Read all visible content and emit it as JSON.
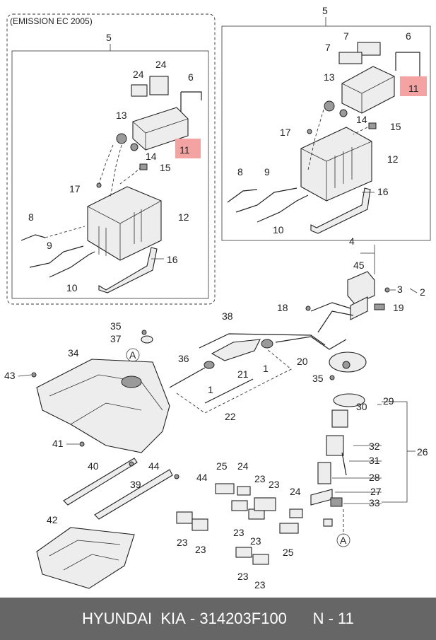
{
  "box_title": "(EMISSION EC 2005)",
  "highlight_color": "#f4a3a3",
  "footer": {
    "brand": "HYUNDAI  KIA",
    "separator": " - ",
    "part_number": "314203F100",
    "ref": "N - 11"
  },
  "callouts": [
    {
      "id": "l5a",
      "text": "5"
    },
    {
      "id": "l24a",
      "text": "24"
    },
    {
      "id": "l24b",
      "text": "24"
    },
    {
      "id": "l6a",
      "text": "6"
    },
    {
      "id": "l13a",
      "text": "13"
    },
    {
      "id": "l11a",
      "text": "11"
    },
    {
      "id": "l14a",
      "text": "14"
    },
    {
      "id": "l15a",
      "text": "15"
    },
    {
      "id": "l17a",
      "text": "17"
    },
    {
      "id": "l12a",
      "text": "12"
    },
    {
      "id": "l8a",
      "text": "8"
    },
    {
      "id": "l9a",
      "text": "9"
    },
    {
      "id": "l16a",
      "text": "16"
    },
    {
      "id": "l10a",
      "text": "10"
    },
    {
      "id": "l5b",
      "text": "5"
    },
    {
      "id": "l7a",
      "text": "7"
    },
    {
      "id": "l7b",
      "text": "7"
    },
    {
      "id": "l6b",
      "text": "6"
    },
    {
      "id": "l13b",
      "text": "13"
    },
    {
      "id": "l11b",
      "text": "11"
    },
    {
      "id": "l14b",
      "text": "14"
    },
    {
      "id": "l15b",
      "text": "15"
    },
    {
      "id": "l17b",
      "text": "17"
    },
    {
      "id": "l12b",
      "text": "12"
    },
    {
      "id": "l8b",
      "text": "8"
    },
    {
      "id": "l9b",
      "text": "9"
    },
    {
      "id": "l16b",
      "text": "16"
    },
    {
      "id": "l10b",
      "text": "10"
    },
    {
      "id": "l4",
      "text": "4"
    },
    {
      "id": "l45",
      "text": "45"
    },
    {
      "id": "l3",
      "text": "3"
    },
    {
      "id": "l2",
      "text": "2"
    },
    {
      "id": "l18",
      "text": "18"
    },
    {
      "id": "l19",
      "text": "19"
    },
    {
      "id": "l38",
      "text": "38"
    },
    {
      "id": "l35a",
      "text": "35"
    },
    {
      "id": "l37",
      "text": "37"
    },
    {
      "id": "l34",
      "text": "34"
    },
    {
      "id": "lA1",
      "text": "A"
    },
    {
      "id": "l36",
      "text": "36"
    },
    {
      "id": "l1a",
      "text": "1"
    },
    {
      "id": "l1b",
      "text": "1"
    },
    {
      "id": "l21",
      "text": "21"
    },
    {
      "id": "l43",
      "text": "43"
    },
    {
      "id": "l22",
      "text": "22"
    },
    {
      "id": "l20",
      "text": "20"
    },
    {
      "id": "l35b",
      "text": "35"
    },
    {
      "id": "l29",
      "text": "29"
    },
    {
      "id": "l30",
      "text": "30"
    },
    {
      "id": "l32",
      "text": "32"
    },
    {
      "id": "l26",
      "text": "26"
    },
    {
      "id": "l31",
      "text": "31"
    },
    {
      "id": "l28",
      "text": "28"
    },
    {
      "id": "l27",
      "text": "27"
    },
    {
      "id": "l33",
      "text": "33"
    },
    {
      "id": "l41",
      "text": "41"
    },
    {
      "id": "l40",
      "text": "40"
    },
    {
      "id": "l44a",
      "text": "44"
    },
    {
      "id": "l44b",
      "text": "44"
    },
    {
      "id": "l39",
      "text": "39"
    },
    {
      "id": "l25a",
      "text": "25"
    },
    {
      "id": "l24c",
      "text": "24"
    },
    {
      "id": "l23a",
      "text": "23"
    },
    {
      "id": "l23b",
      "text": "23"
    },
    {
      "id": "l24d",
      "text": "24"
    },
    {
      "id": "l23c",
      "text": "23"
    },
    {
      "id": "l23d",
      "text": "23"
    },
    {
      "id": "l23e",
      "text": "23"
    },
    {
      "id": "l23f",
      "text": "23"
    },
    {
      "id": "l25b",
      "text": "25"
    },
    {
      "id": "l42",
      "text": "42"
    },
    {
      "id": "l23g",
      "text": "23"
    },
    {
      "id": "l23h",
      "text": "23"
    },
    {
      "id": "l23i",
      "text": "23"
    },
    {
      "id": "l23j",
      "text": "23"
    },
    {
      "id": "lA2",
      "text": "A"
    }
  ]
}
